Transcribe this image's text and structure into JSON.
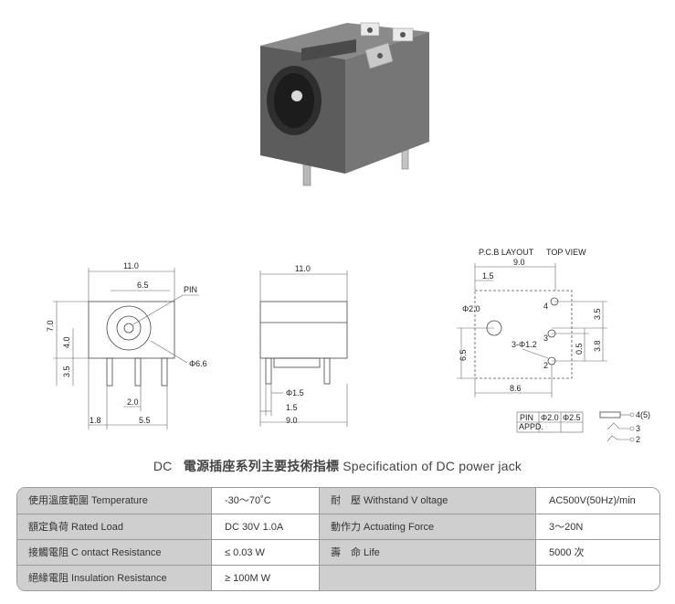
{
  "drawing": {
    "front": {
      "width": "11.0",
      "inner": "6.5",
      "pin_label": "PIN",
      "height": "7.0",
      "center": "4.0",
      "base": "3.5",
      "dia": "Φ6.6",
      "pin_gap": "2.0",
      "left_off": "1.8",
      "right_off": "5.5"
    },
    "side": {
      "width": "11.0",
      "pin_dia": "Φ1.5",
      "pin_off": "1.5",
      "depth": "9.0"
    },
    "layout": {
      "title_left": "P.C.B LAYOUT",
      "title_right": "TOP VIEW",
      "top_width": "9.0",
      "left_off": "1.5",
      "hole_big": "Φ2.0",
      "hole_small": "3-Φ1.2",
      "vert_left": "6.5",
      "vert_r1": "3.5",
      "vert_r2": "0.5",
      "vert_r3": "3.8",
      "bottom": "8.6",
      "pin_numbers": [
        "4",
        "3",
        "2"
      ],
      "pin_table": {
        "header": [
          "PIN",
          "Φ2.0",
          "Φ2.5"
        ],
        "row": "APPD."
      },
      "schematic_labels": [
        "4(5)",
        "3",
        "2"
      ]
    }
  },
  "caption": {
    "prefix": "DC",
    "chinese": "電源插座系列主要技術指標",
    "english": "Specification of DC power jack"
  },
  "spec_table": {
    "rows": [
      {
        "label": "使用溫度範圍 Temperature",
        "value": "-30～70˚C",
        "label2": "耐　壓  Withstand V oltage",
        "value2": "AC500V(50Hz)/min"
      },
      {
        "label": "額定負荷  Rated Load",
        "value": "DC  30V  1.0A",
        "label2": "動作力  Actuating Force",
        "value2": "3～20N"
      },
      {
        "label": "接觸電阻  C ontact Resistance",
        "value": "≤ 0.03 W",
        "label2": "壽　命  Life",
        "value2": "5000 次"
      },
      {
        "label": "絕緣電阻  Insulation Resistance",
        "value": "≥ 100M W",
        "label2": "",
        "value2": ""
      }
    ]
  }
}
